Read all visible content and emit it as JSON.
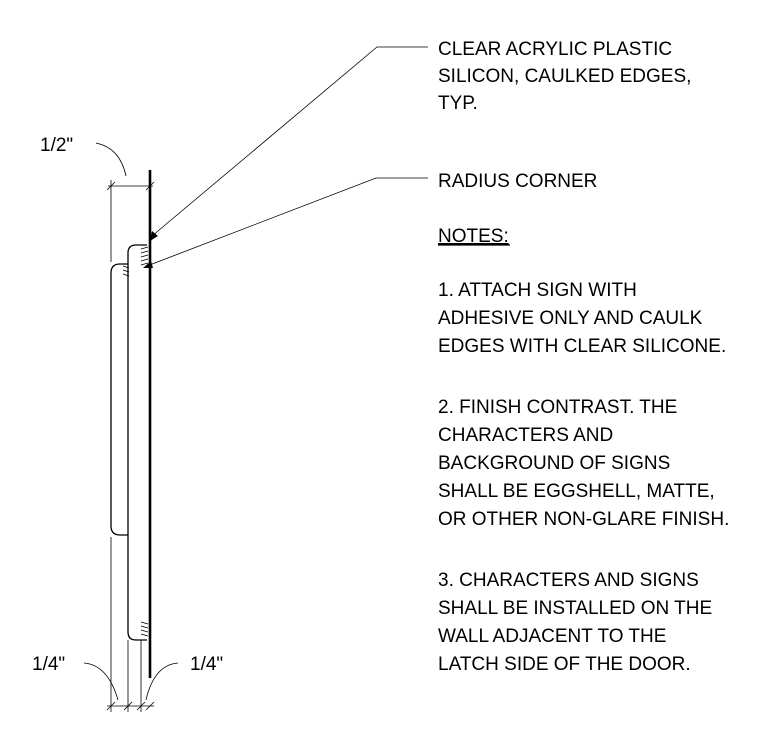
{
  "dimensions": {
    "top_thickness": "1/2\"",
    "bottom_left": "1/4\"",
    "bottom_right": "1/4\""
  },
  "callouts": {
    "acrylic": [
      "CLEAR ACRYLIC PLASTIC",
      "SILICON, CAULKED EDGES,",
      "TYP."
    ],
    "radius": "RADIUS CORNER"
  },
  "notes": {
    "heading": "NOTES:",
    "items": [
      [
        "1. ATTACH SIGN WITH",
        "ADHESIVE ONLY AND CAULK",
        "EDGES WITH CLEAR SILICONE."
      ],
      [
        "2. FINISH CONTRAST. THE",
        "CHARACTERS AND",
        "BACKGROUND OF SIGNS",
        "SHALL BE EGGSHELL, MATTE,",
        "OR OTHER NON-GLARE FINISH."
      ],
      [
        "3. CHARACTERS AND SIGNS",
        "SHALL BE INSTALLED ON THE",
        "WALL ADJACENT TO THE",
        "LATCH SIDE OF THE DOOR."
      ]
    ]
  }
}
